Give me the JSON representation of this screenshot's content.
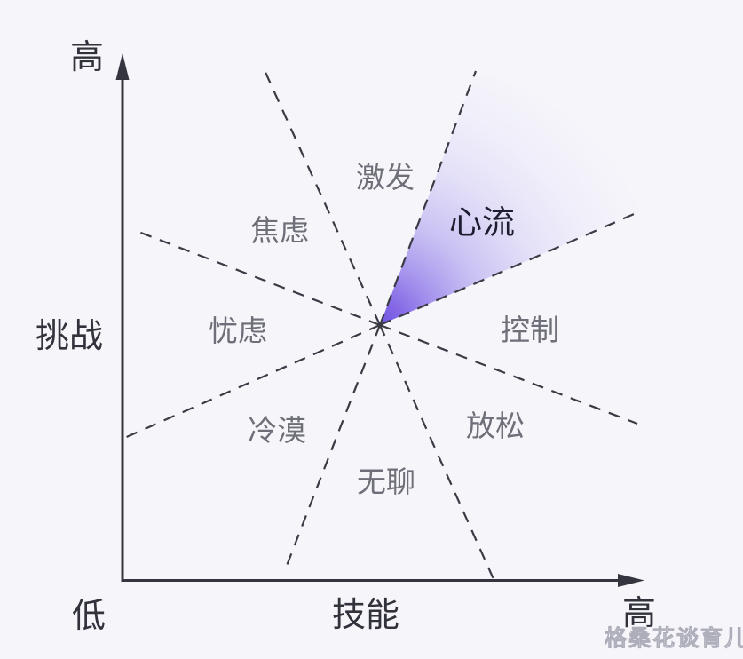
{
  "diagram": {
    "axes": {
      "y_axis_label": "挑战",
      "y_high_label": "高",
      "origin_low_label": "低",
      "x_axis_label": "技能",
      "x_high_label": "高"
    },
    "regions": {
      "arousal": "激发",
      "anxiety": "焦虑",
      "worry": "忧虑",
      "apathy": "冷漠",
      "boredom": "无聊",
      "relaxation": "放松",
      "control": "控制",
      "flow": "心流"
    },
    "watermark": "格桑花谈育儿",
    "colors": {
      "background": "#f5f5fa",
      "axis": "#35353f",
      "dashed_line": "#3b3b45",
      "axis_label": "#32323c",
      "region_label": "#6f6f79",
      "flow_label": "#1d1d31",
      "flow_gradient_core": "#6f53e2"
    }
  }
}
